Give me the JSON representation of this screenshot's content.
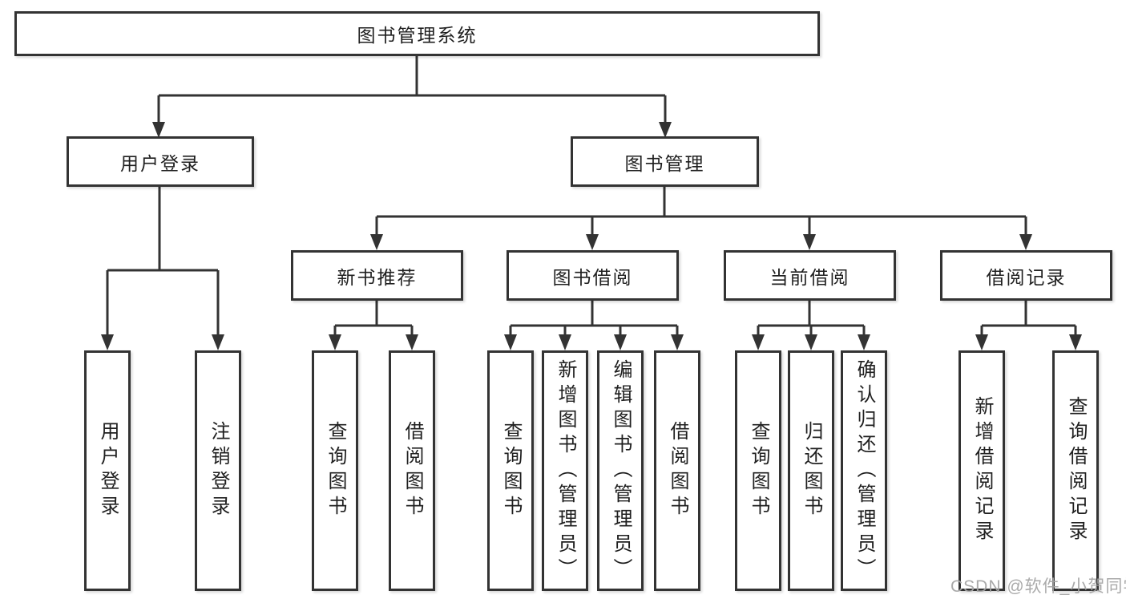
{
  "page": {
    "background": "#ffffff",
    "line_color": "#333333",
    "watermark": "CSDN @软件_小贺同学"
  },
  "diagram": {
    "type": "hierarchy",
    "nodes": {
      "root": "图书管理系统",
      "login_group": "用户登录",
      "book_mgmt": "图书管理",
      "login_user": "用户登录",
      "login_logout": "注销登录",
      "new_rec": "新书推荐",
      "borrow": "图书借阅",
      "current": "当前借阅",
      "records": "借阅记录",
      "rec_query": "查询图书",
      "rec_borrow": "借阅图书",
      "borrow_query": "查询图书",
      "borrow_add": "新增图书（管理员）",
      "borrow_edit": "编辑图书（管理员）",
      "borrow_borrow": "借阅图书",
      "current_query": "查询图书",
      "current_return": "归还图书",
      "current_confirm": "确认归还（管理员）",
      "records_add": "新增借阅记录",
      "records_query": "查询借阅记录"
    },
    "edges": [
      "root->login_group",
      "root->book_mgmt",
      "login_group->login_user",
      "login_group->login_logout",
      "book_mgmt->new_rec",
      "book_mgmt->borrow",
      "book_mgmt->current",
      "book_mgmt->records",
      "new_rec->rec_query",
      "new_rec->rec_borrow",
      "borrow->borrow_query",
      "borrow->borrow_add",
      "borrow->borrow_edit",
      "borrow->borrow_borrow",
      "current->current_query",
      "current->current_return",
      "current->current_confirm",
      "records->records_add",
      "records->records_query"
    ]
  }
}
